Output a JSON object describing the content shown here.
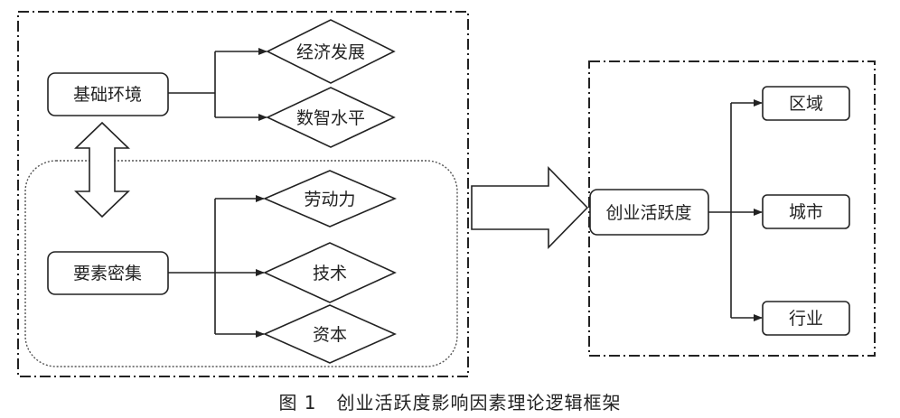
{
  "diagram": {
    "base_environment": {
      "label": "基础环境"
    },
    "factor_density": {
      "label": "要素密集"
    },
    "economic_development": {
      "label": "经济发展"
    },
    "digital_level": {
      "label": "数智水平"
    },
    "labor": {
      "label": "劳动力"
    },
    "technology": {
      "label": "技术"
    },
    "capital": {
      "label": "资本"
    },
    "entrepreneurial_activity": {
      "label": "创业活跃度"
    },
    "region": {
      "label": "区域"
    },
    "city": {
      "label": "城市"
    },
    "industry": {
      "label": "行业"
    }
  },
  "caption": {
    "figure_number": "图 1",
    "title": "创业活跃度影响因素理论逻辑框架"
  }
}
